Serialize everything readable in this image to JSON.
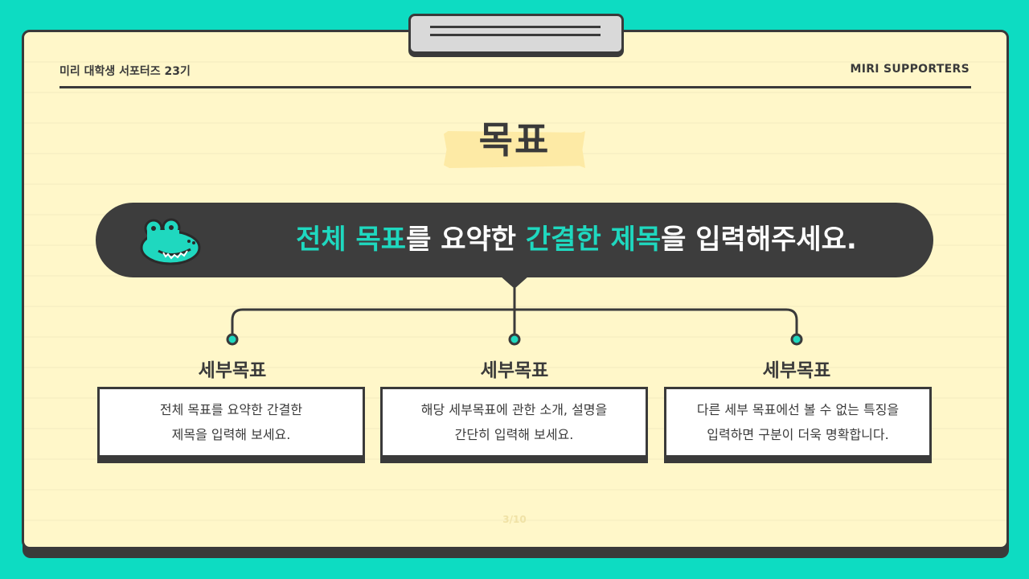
{
  "header": {
    "left": "미리 대학생 서포터즈 23기",
    "right": "MIRI SUPPORTERS"
  },
  "slide": {
    "title": "목표",
    "banner": {
      "segments": [
        {
          "text": "전체 목표",
          "highlight": true
        },
        {
          "text": "를 요약한 ",
          "highlight": false
        },
        {
          "text": "간결한 제목",
          "highlight": true
        },
        {
          "text": "을 입력해주세요.",
          "highlight": false
        }
      ]
    },
    "subgoals": [
      {
        "label": "세부목표",
        "text": "전체 목표를 요약한 간결한\n제목을 입력해 보세요."
      },
      {
        "label": "세부목표",
        "text": "해당 세부목표에 관한 소개, 설명을\n간단히 입력해 보세요."
      },
      {
        "label": "세부목표",
        "text": "다른 세부 목표에선 볼 수 없는 특징을\n입력하면 구분이 더욱 명확합니다."
      }
    ],
    "page_indicator": "3/10"
  },
  "colors": {
    "background": "#0ddcc2",
    "board": "#fff7c9",
    "dark": "#3a3a3a",
    "accent": "#1fd8bf",
    "tape": "#fde9a3"
  },
  "icons": {
    "mascot": "crocodile-icon"
  }
}
